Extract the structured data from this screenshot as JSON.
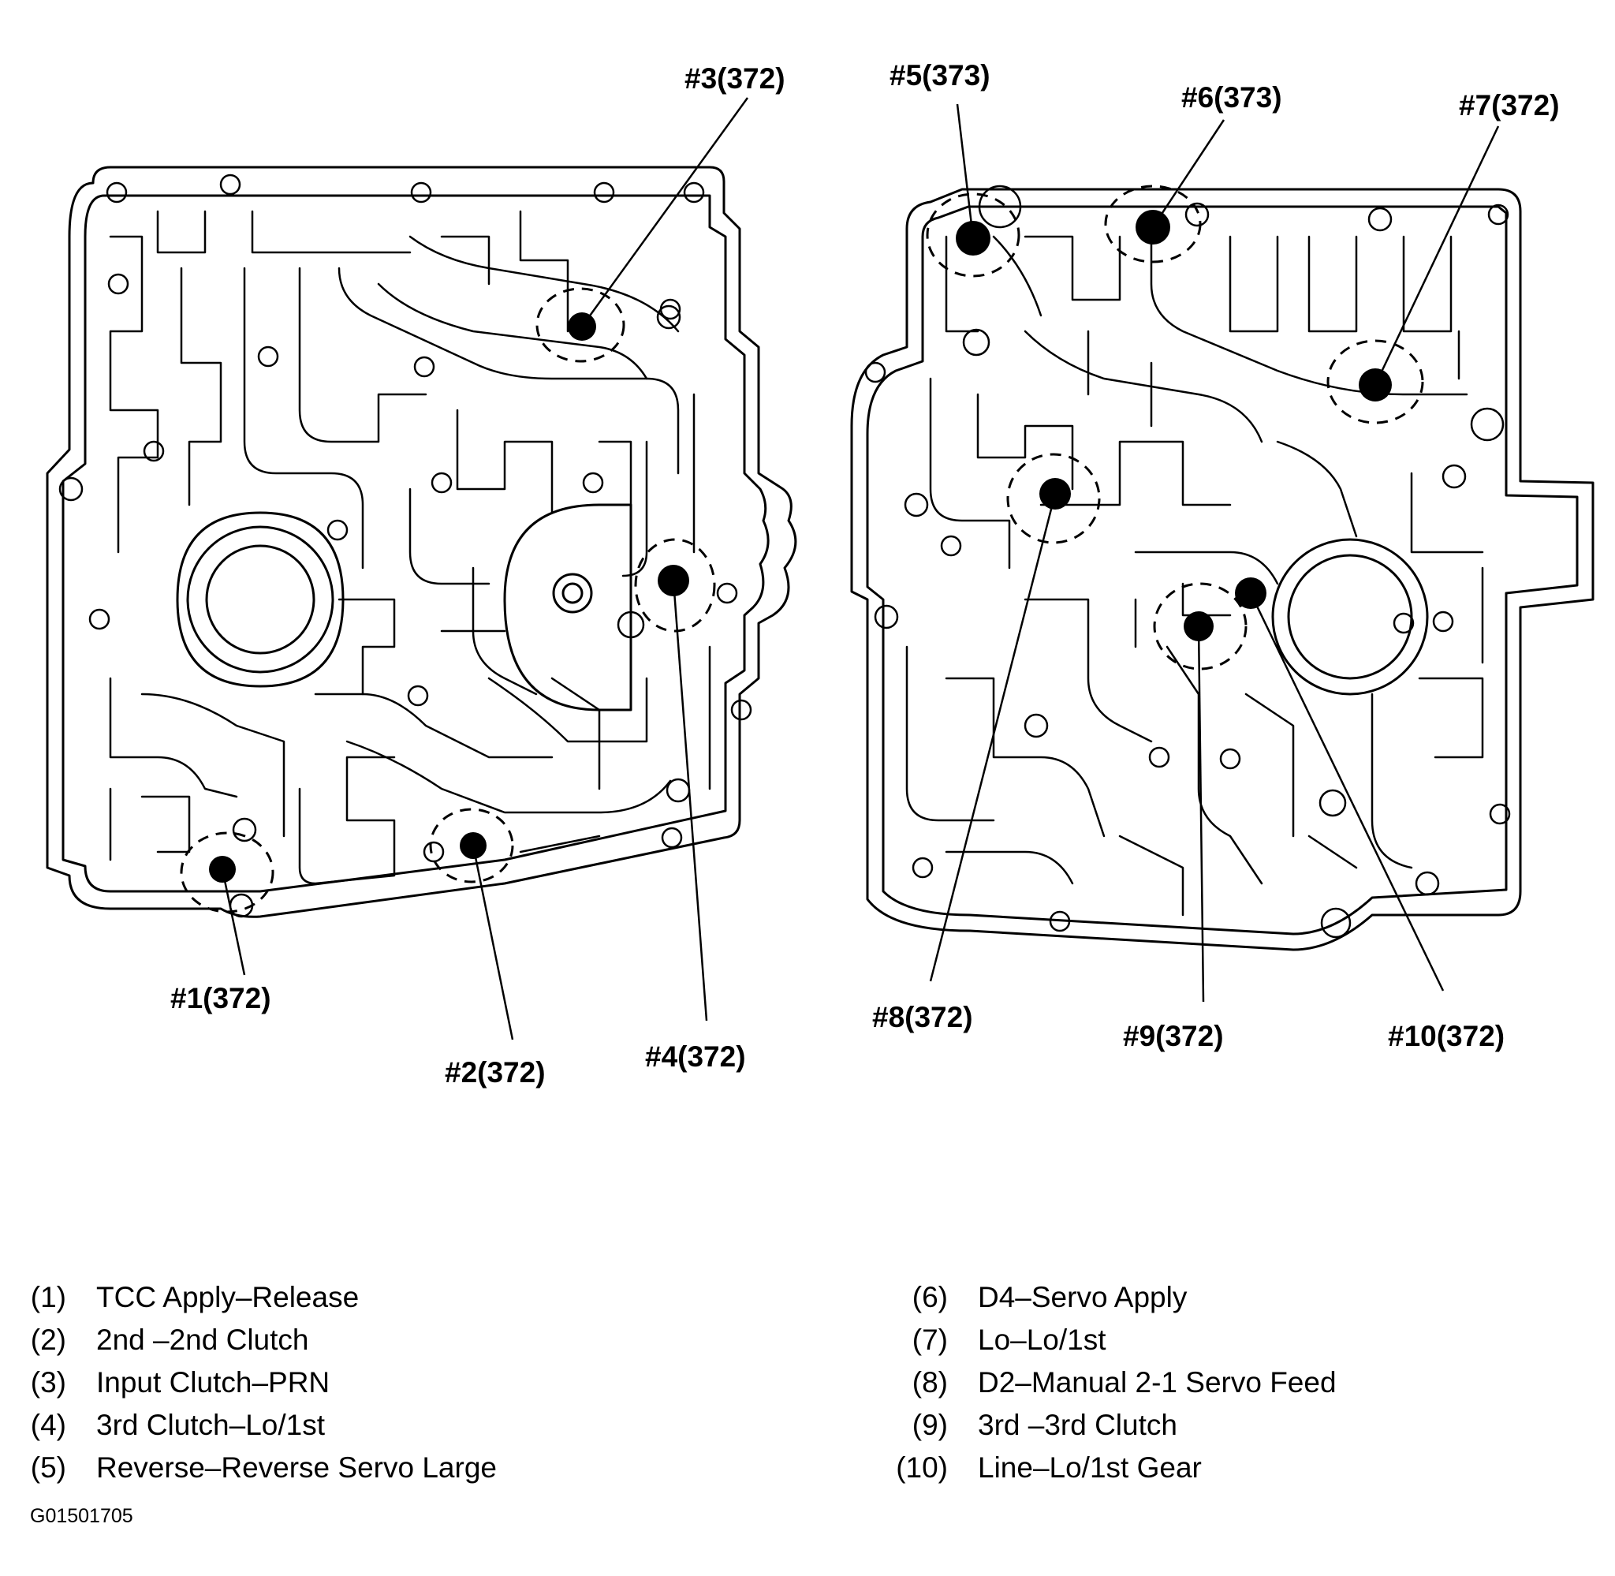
{
  "callouts": {
    "c1": "#1(372)",
    "c2": "#2(372)",
    "c3": "#3(372)",
    "c4": "#4(372)",
    "c5": "#5(373)",
    "c6": "#6(373)",
    "c7": "#7(372)",
    "c8": "#8(372)",
    "c9": "#9(372)",
    "c10": "#10(372)"
  },
  "legend": {
    "items": [
      {
        "num": "(1)",
        "label": "TCC Apply–Release"
      },
      {
        "num": "(2)",
        "label": "2nd –2nd Clutch"
      },
      {
        "num": "(3)",
        "label": "Input Clutch–PRN"
      },
      {
        "num": "(4)",
        "label": "3rd Clutch–Lo/1st"
      },
      {
        "num": "(5)",
        "label": "Reverse–Reverse Servo Large"
      },
      {
        "num": "(6)",
        "label": "D4–Servo Apply"
      },
      {
        "num": "(7)",
        "label": "Lo–Lo/1st"
      },
      {
        "num": "(8)",
        "label": "D2–Manual 2-1 Servo Feed"
      },
      {
        "num": "(9)",
        "label": "3rd –3rd Clutch"
      },
      {
        "num": "(10)",
        "label": "Line–Lo/1st  Gear"
      }
    ]
  },
  "figure_id": "G01501705",
  "colors": {
    "line": "#000000",
    "background": "#ffffff"
  }
}
